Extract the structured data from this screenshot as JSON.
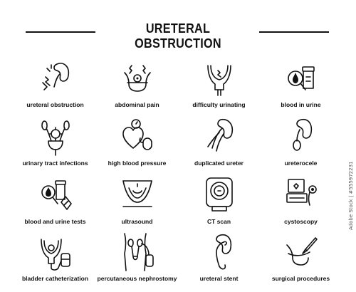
{
  "title": "URETERAL OBSTRUCTION",
  "icons": [
    {
      "label": "ureteral obstruction",
      "icon": "kidney-pain-icon"
    },
    {
      "label": "abdominal pain",
      "icon": "abdominal-pain-icon"
    },
    {
      "label": "difficulty urinating",
      "icon": "bladder-icon"
    },
    {
      "label": "blood in urine",
      "icon": "urine-sample-magnifier-icon"
    },
    {
      "label": "urinary tract infections",
      "icon": "urinary-tract-infection-icon"
    },
    {
      "label": "high blood pressure",
      "icon": "heart-pressure-icon"
    },
    {
      "label": "duplicated ureter",
      "icon": "duplicated-ureter-icon"
    },
    {
      "label": "ureterocele",
      "icon": "ureterocele-icon"
    },
    {
      "label": "blood and urine tests",
      "icon": "test-tubes-icon"
    },
    {
      "label": "ultrasound",
      "icon": "ultrasound-icon"
    },
    {
      "label": "CT scan",
      "icon": "ct-scanner-icon"
    },
    {
      "label": "cystoscopy",
      "icon": "cystoscope-monitor-icon"
    },
    {
      "label": "bladder catheterization",
      "icon": "catheter-icon"
    },
    {
      "label": "percutaneous nephrostomy",
      "icon": "nephrostomy-icon"
    },
    {
      "label": "ureteral stent",
      "icon": "stent-icon"
    },
    {
      "label": "surgical procedures",
      "icon": "surgical-scalpel-icon"
    }
  ],
  "watermark": "Adobe Stock | #555972231"
}
